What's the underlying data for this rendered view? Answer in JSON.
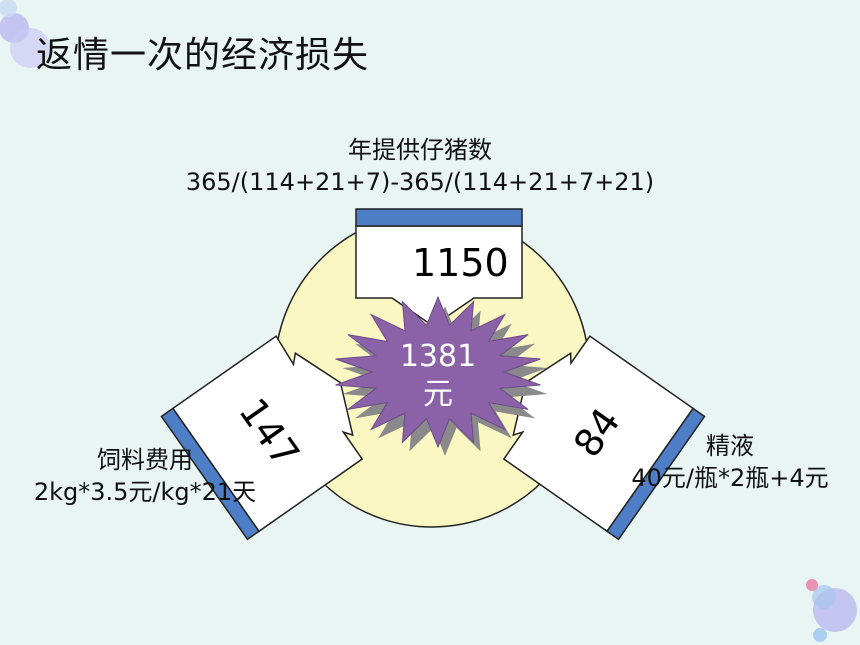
{
  "title": "返情一次的经济损失",
  "top_label": {
    "line1": "年提供仔猪数",
    "line2": "365/(114+21+7)-365/(114+21+7+21)"
  },
  "top_value": "1150",
  "left_label": {
    "line1": "饲料费用",
    "line2": "2kg*3.5元/kg*21天"
  },
  "left_value": "147",
  "right_label": {
    "line1": "精液",
    "line2": "40元/瓶*2瓶+4元"
  },
  "right_value": "84",
  "total": {
    "line1": "1381",
    "line2": "元"
  },
  "colors": {
    "background": "#e9f5f3",
    "circle": "#fbf7c3",
    "tab_blue": "#4e7ec6",
    "burst": "#8b62a8",
    "burst_shadow": "#8a8a8a"
  }
}
